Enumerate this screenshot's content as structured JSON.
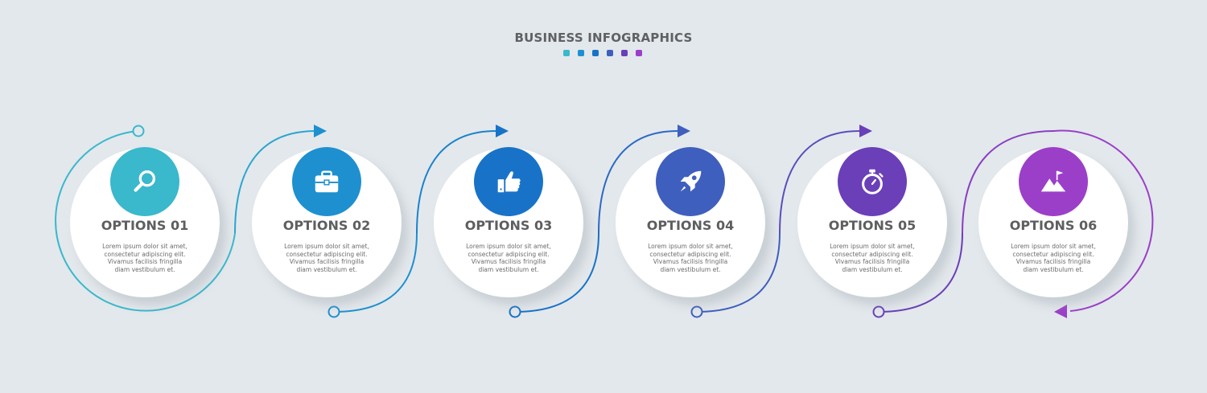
{
  "title": "BUSINESS INFOGRAPHICS",
  "colors": {
    "background": "#e3e8ec",
    "palette": [
      "#3ab8cc",
      "#1e90cf",
      "#1873c8",
      "#3f5fbe",
      "#6a3fb8",
      "#9b3fc8"
    ]
  },
  "steps": [
    {
      "title": "OPTIONS 01",
      "icon": "search-icon",
      "text": [
        "Lorem ipsum dolor sit amet,",
        "consectetur adipiscing elit.",
        "Vivamus facilisis  fringilla",
        "diam vestibulum et."
      ]
    },
    {
      "title": "OPTIONS 02",
      "icon": "briefcase-icon",
      "text": [
        "Lorem ipsum dolor sit amet,",
        "consectetur adipiscing elit.",
        "Vivamus facilisis  fringilla",
        "diam vestibulum et."
      ]
    },
    {
      "title": "OPTIONS 03",
      "icon": "thumbs-up-icon",
      "text": [
        "Lorem ipsum dolor sit amet,",
        "consectetur adipiscing elit.",
        "Vivamus facilisis  fringilla",
        "diam vestibulum et."
      ]
    },
    {
      "title": "OPTIONS 04",
      "icon": "rocket-icon",
      "text": [
        "Lorem ipsum dolor sit amet,",
        "consectetur adipiscing elit.",
        "Vivamus facilisis  fringilla",
        "diam vestibulum et."
      ]
    },
    {
      "title": "OPTIONS 05",
      "icon": "stopwatch-icon",
      "text": [
        "Lorem ipsum dolor sit amet,",
        "consectetur adipiscing elit.",
        "Vivamus facilisis  fringilla",
        "diam vestibulum et."
      ]
    },
    {
      "title": "OPTIONS 06",
      "icon": "mountain-flag-icon",
      "text": [
        "Lorem ipsum dolor sit amet,",
        "consectetur adipiscing elit.",
        "Vivamus facilisis  fringilla",
        "diam vestibulum et."
      ]
    }
  ]
}
